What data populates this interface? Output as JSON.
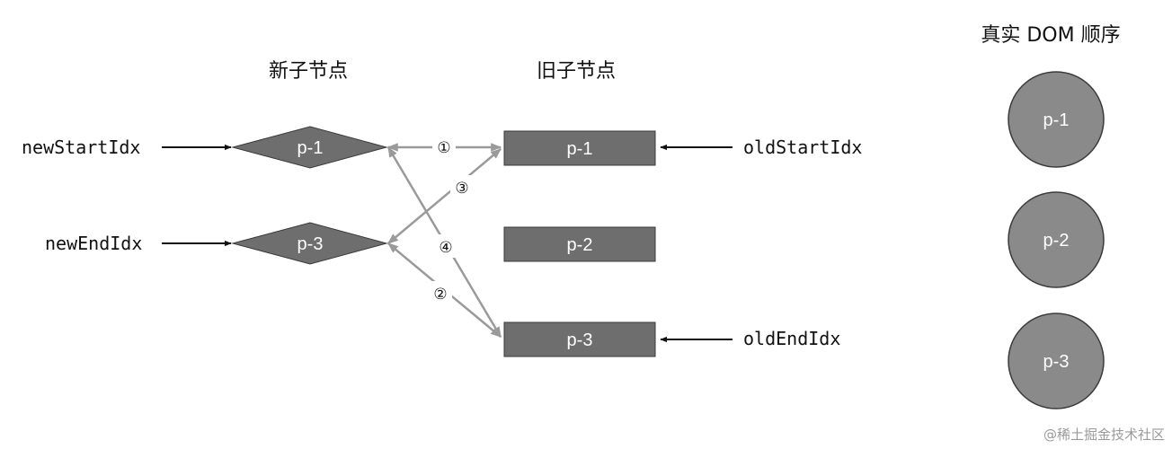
{
  "headers": {
    "new_children": "新子节点",
    "old_children": "旧子节点",
    "real_dom": "真实 DOM 顺序"
  },
  "pointers": {
    "new_start": "newStartIdx",
    "new_end": "newEndIdx",
    "old_start": "oldStartIdx",
    "old_end": "oldEndIdx"
  },
  "new_nodes": [
    "p-1",
    "p-3"
  ],
  "old_nodes": [
    "p-1",
    "p-2",
    "p-3"
  ],
  "dom_nodes": [
    "p-1",
    "p-2",
    "p-3"
  ],
  "steps": [
    "①",
    "②",
    "③",
    "④"
  ],
  "watermark": "@稀土掘金技术社区",
  "colors": {
    "node_fill": "#6e6e6e",
    "circle_fill": "#8a8a8a",
    "arrow_gray": "#9a9a9a",
    "arrow_black": "#111111"
  }
}
